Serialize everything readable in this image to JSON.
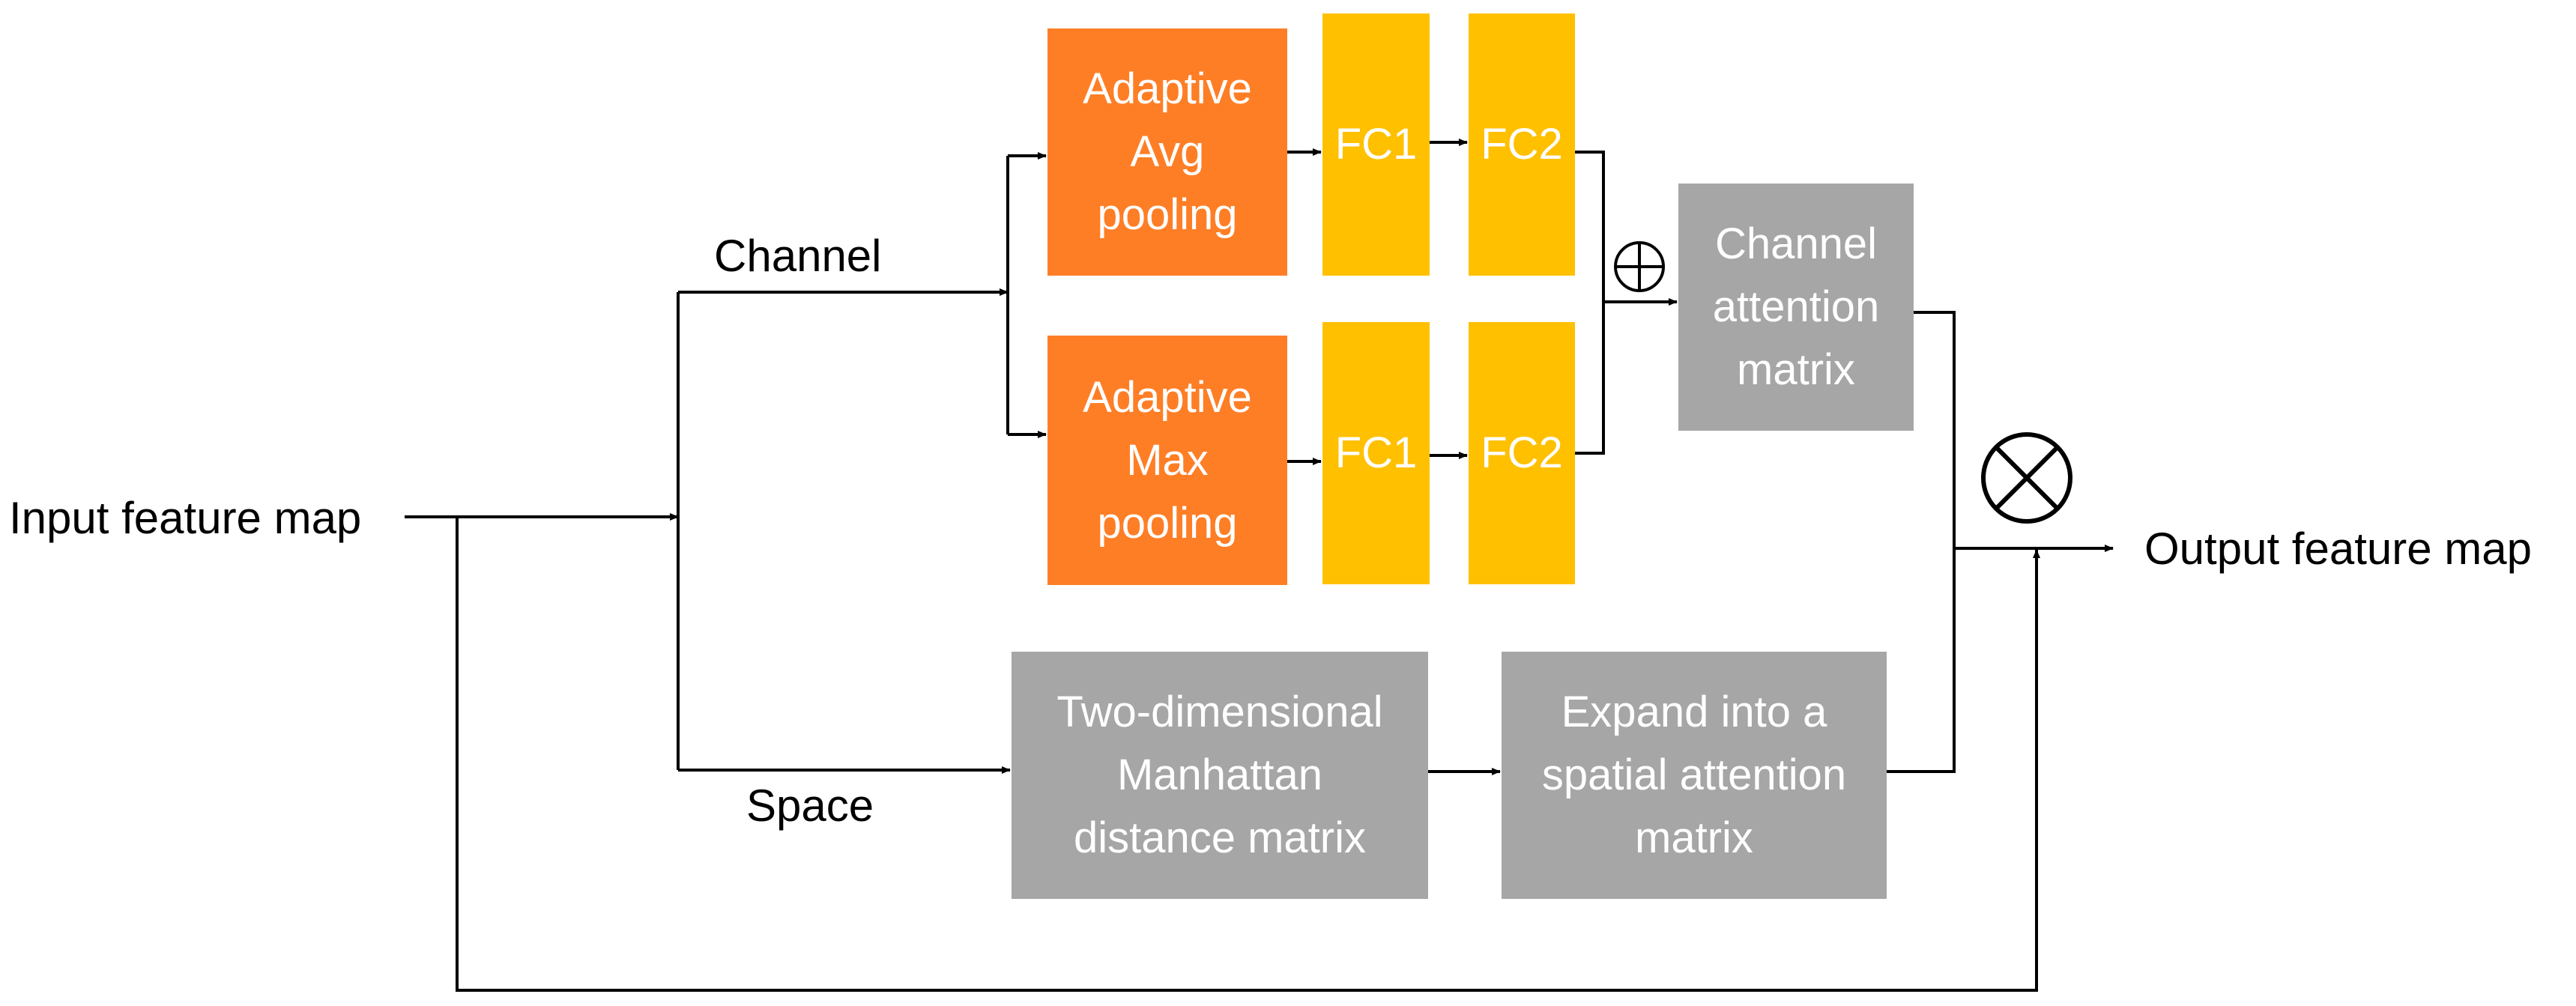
{
  "labels": {
    "input": "Input feature map",
    "output": "Output feature map",
    "channel": "Channel",
    "space": "Space"
  },
  "nodes": {
    "avg_pool": "Adaptive\nAvg\npooling",
    "max_pool": "Adaptive\nMax\npooling",
    "fc1_top": "FC1",
    "fc2_top": "FC2",
    "fc1_bottom": "FC1",
    "fc2_bottom": "FC2",
    "channel_attention": "Channel\nattention\nmatrix",
    "manhattan": "Two-dimensional\nManhattan\ndistance matrix",
    "spatial_attention": "Expand into a\nspatial attention\nmatrix"
  },
  "operators": {
    "add": "element-wise addition (⊕)",
    "multiply": "element-wise multiplication (⊗)"
  },
  "colors": {
    "pooling": "#fe7e26",
    "fc": "#ffc000",
    "matrix": "#a6a6a6",
    "line": "#000000"
  }
}
